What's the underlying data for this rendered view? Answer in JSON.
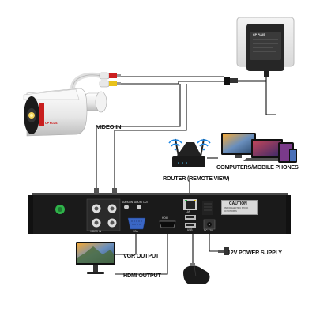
{
  "labels": {
    "video_in": "VIDEO IN",
    "router": "ROUTER (REMOTE VIEW)",
    "computers": "COMPUTERS/MOBILE PHONES",
    "vgr_output": "VGR OUTPUT",
    "hdmi_output": "HDMI OUTPUT",
    "power_supply": "12V POWER SUPPLY"
  },
  "dvr_port_labels": {
    "video_in": "VIDEO IN",
    "vga": "VGA",
    "hdmi": "HDMI",
    "audio_in": "AUDIO IN",
    "audio_out": "AUDIO OUT",
    "dc": "DC 12V",
    "lan": "LAN",
    "usb": "USB"
  },
  "camera_brand": "CP PLUS",
  "adapter_brand": "CP PLUS",
  "caution": {
    "title": "CAUTION",
    "line1": "RISK OF ELECTRIC SHOCK",
    "line2": "DO NOT OPEN"
  },
  "colors": {
    "line": "#111111",
    "dvr_body": "#1a1a1a",
    "bnc_red": "#cc1f1f",
    "bnc_yellow": "#e8c21a",
    "lan_green": "#2fb34a",
    "brand_red": "#d01818"
  }
}
